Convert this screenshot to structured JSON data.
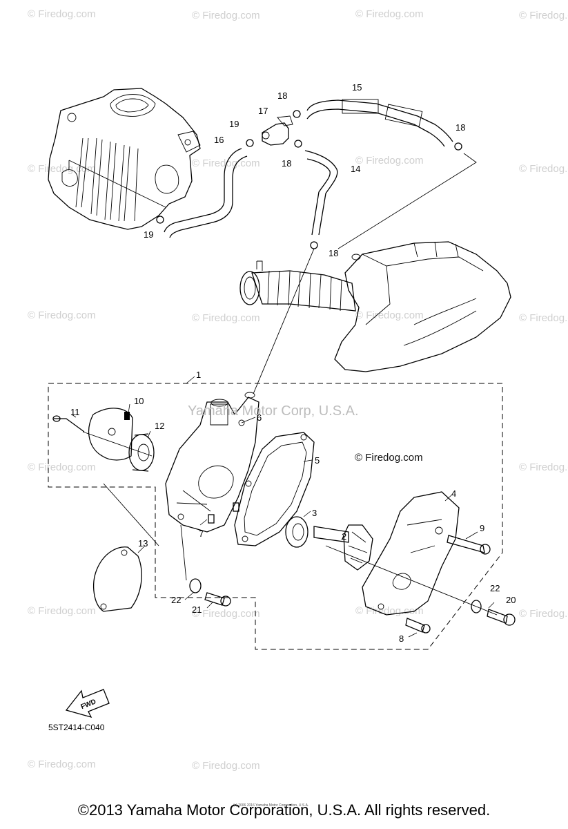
{
  "watermarks": [
    {
      "text": "© Firedog.com"
    },
    {
      "text": "© Firedog.com"
    },
    {
      "text": "© Firedog.com"
    },
    {
      "text": "© Firedog.com"
    },
    {
      "text": "© Firedog.com"
    },
    {
      "text": "© Firedog.com"
    },
    {
      "text": "© Firedog.com"
    },
    {
      "text": "© Firedog.com"
    },
    {
      "text": "© Firedog.com"
    },
    {
      "text": "© Firedog.com"
    },
    {
      "text": "© Firedog.com"
    },
    {
      "text": "© Firedog.com"
    },
    {
      "text": "© Firedog.com"
    },
    {
      "text": "© Firedog.com"
    },
    {
      "text": "© Firedog.com"
    },
    {
      "text": "© Firedog.com"
    },
    {
      "text": "© Firedog.com"
    },
    {
      "text": "© Firedog.com"
    },
    {
      "text": "© Firedog.com"
    },
    {
      "text": "© Firedog.com"
    }
  ],
  "center_watermark": "Yamaha Motor Corp, U.S.A.",
  "center_firedog": "© Firedog.com",
  "callouts": {
    "c1": "1",
    "c2": "2",
    "c3": "3",
    "c4": "4",
    "c5": "5",
    "c6": "6",
    "c7": "7",
    "c8": "8",
    "c9": "9",
    "c10": "10",
    "c11": "11",
    "c12": "12",
    "c13": "13",
    "c14": "14",
    "c15": "15",
    "c16": "16",
    "c17": "17",
    "c18a": "18",
    "c18b": "18",
    "c18c": "18",
    "c18d": "18",
    "c19a": "19",
    "c19b": "19",
    "c20": "20",
    "c21": "21",
    "c22a": "22",
    "c22b": "22"
  },
  "fwd_label": "FWD",
  "diagram_code": "5ST2414-C040",
  "footer_small": "(c) 2006 2016 Yamaha Motor Corporation, U.S.A.",
  "footer": "©2013 Yamaha Motor Corporation, U.S.A. All rights reserved."
}
